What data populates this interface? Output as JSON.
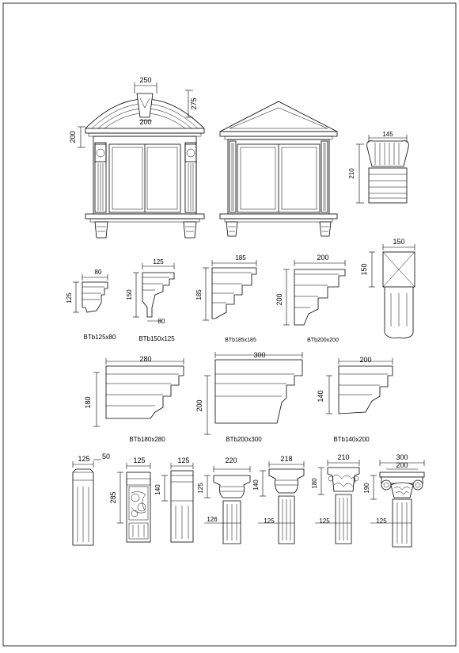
{
  "drawing": {
    "windows": {
      "arched": {
        "dims": [
          "250",
          "275",
          "200",
          "200"
        ]
      },
      "pediment": {}
    },
    "corbel": {
      "dims": [
        "145",
        "210"
      ]
    },
    "brackets": [
      {
        "label": "BTb125x80",
        "dims": [
          "80",
          "125"
        ]
      },
      {
        "label": "BTb150x125",
        "dims": [
          "125",
          "150",
          "80"
        ]
      },
      {
        "label": "BTb185x185",
        "dims": [
          "185",
          "185"
        ]
      },
      {
        "label": "BTb200x200",
        "dims": [
          "200",
          "200"
        ]
      }
    ],
    "pilaster_top": {
      "dims": [
        "150",
        "150"
      ]
    },
    "cornices": [
      {
        "label": "BTb180x280",
        "dims": [
          "280",
          "180"
        ]
      },
      {
        "label": "BTb200x300",
        "dims": [
          "300",
          "200"
        ]
      },
      {
        "label": "BTb140x200",
        "dims": [
          "200",
          "140"
        ]
      }
    ],
    "columns": [
      {
        "dims": [
          "125",
          "50"
        ]
      },
      {
        "dims": [
          "125",
          "285"
        ]
      },
      {
        "dims": [
          "125",
          "140"
        ]
      },
      {
        "dims": [
          "220",
          "125",
          "126"
        ]
      },
      {
        "dims": [
          "218",
          "140",
          "125"
        ]
      },
      {
        "dims": [
          "210",
          "180",
          "125"
        ]
      },
      {
        "dims": [
          "300",
          "200",
          "190",
          "125"
        ]
      }
    ]
  }
}
